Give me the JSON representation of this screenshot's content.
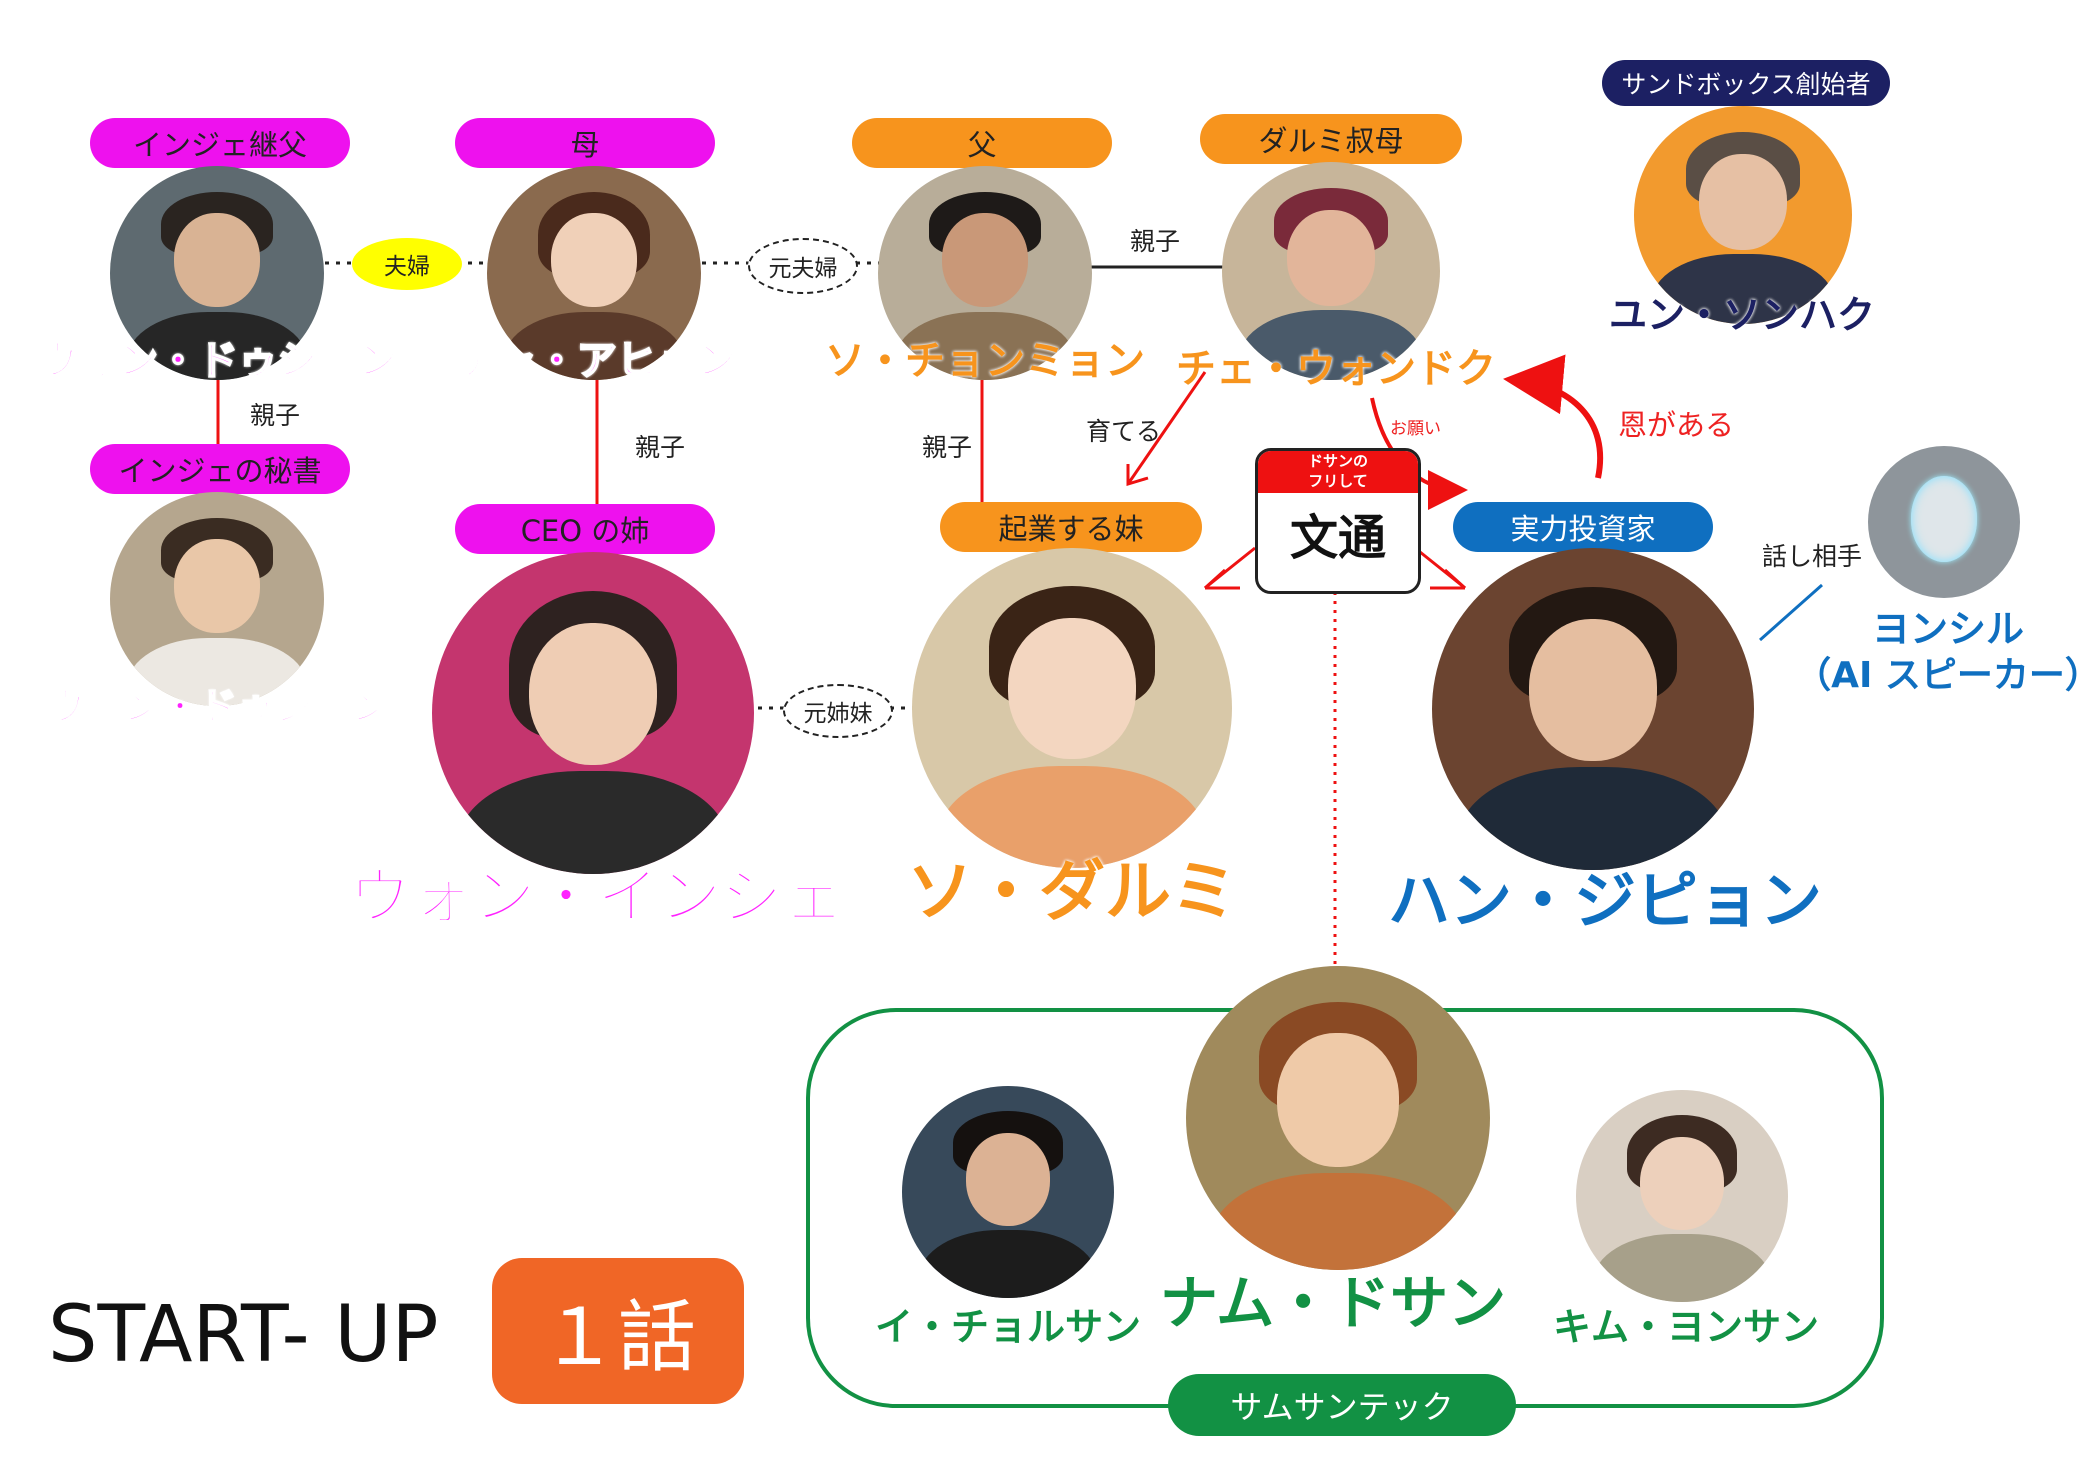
{
  "title": "START- UP",
  "episode": "１話",
  "characters": {
    "stepfather": {
      "role": "インジェ継父",
      "name": "ウォン・ドゥジョン"
    },
    "mother": {
      "role": "母",
      "name": "チャ・アヒョン"
    },
    "father": {
      "role": "父",
      "name": "ソ・チョンミョン"
    },
    "aunt": {
      "role": "ダルミ叔母",
      "name": "チェ・ウォンドク"
    },
    "founder": {
      "role": "サンドボックス創始者",
      "name": "ユン・ソンハク"
    },
    "secretary": {
      "role": "インジェの秘書",
      "name": "ウォン・ドゥジョン"
    },
    "injae": {
      "role": "CEO の姉",
      "name": "ウォン・インジェ"
    },
    "dalmi": {
      "role": "起業する妹",
      "name": "ソ・ダルミ"
    },
    "jipyeong": {
      "role": "実力投資家",
      "name": "ハン・ジピョン"
    },
    "yongsil": {
      "name_line1": "ヨンシル",
      "name_line2": "（AI スピーカー）"
    },
    "dosan": {
      "name": "ナム・ドサン"
    },
    "chulsan": {
      "name": "イ・チョルサン"
    },
    "yongsan": {
      "name": "キム・ヨンサン"
    }
  },
  "group": {
    "label": "サムサンテック"
  },
  "relations": {
    "married": "夫婦",
    "ex_married": "元夫婦",
    "parent_child_1": "親子",
    "parent_child_2": "親子",
    "parent_child_3": "親子",
    "parent_child_4": "親子",
    "ex_sisters": "元姉妹",
    "raised": "育てる",
    "request": "お願い",
    "indebted": "恩がある",
    "talk_partner": "話し相手"
  },
  "letter": {
    "pretend_line1": "ドサンの",
    "pretend_line2": "フリして",
    "label": "文通"
  },
  "colors": {
    "pink": "#ee11ee",
    "orange": "#f7941d",
    "blue": "#0f6fc0",
    "navy": "#1c2063",
    "green": "#129144",
    "red": "#ee2222",
    "episode_badge": "#f06626",
    "yellow": "#ffff00"
  }
}
